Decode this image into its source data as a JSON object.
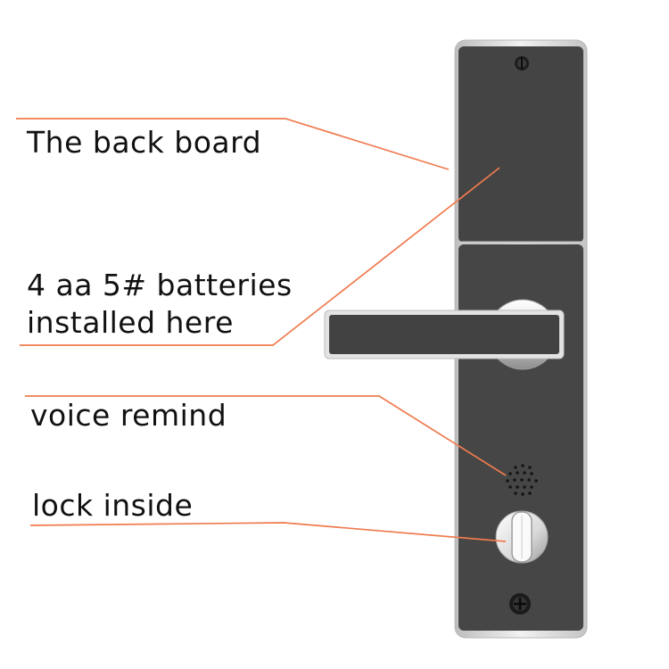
{
  "labels": {
    "back_board": "The back board",
    "batteries_line1": "4 aa 5# batteries",
    "batteries_line2": "installed here",
    "voice_remind": "voice remind",
    "lock_inside": "lock inside"
  },
  "colors": {
    "leader_line": "#ef7b4f",
    "panel_face": "#454545",
    "panel_rim": "#d4d4d4",
    "handle": "#424242",
    "background": "#ffffff"
  },
  "icons": {
    "top_screw": "screw-icon",
    "bottom_screw": "screw-icon",
    "speaker": "speaker-grille-icon",
    "thumb_turn": "thumb-turn-knob-icon"
  }
}
